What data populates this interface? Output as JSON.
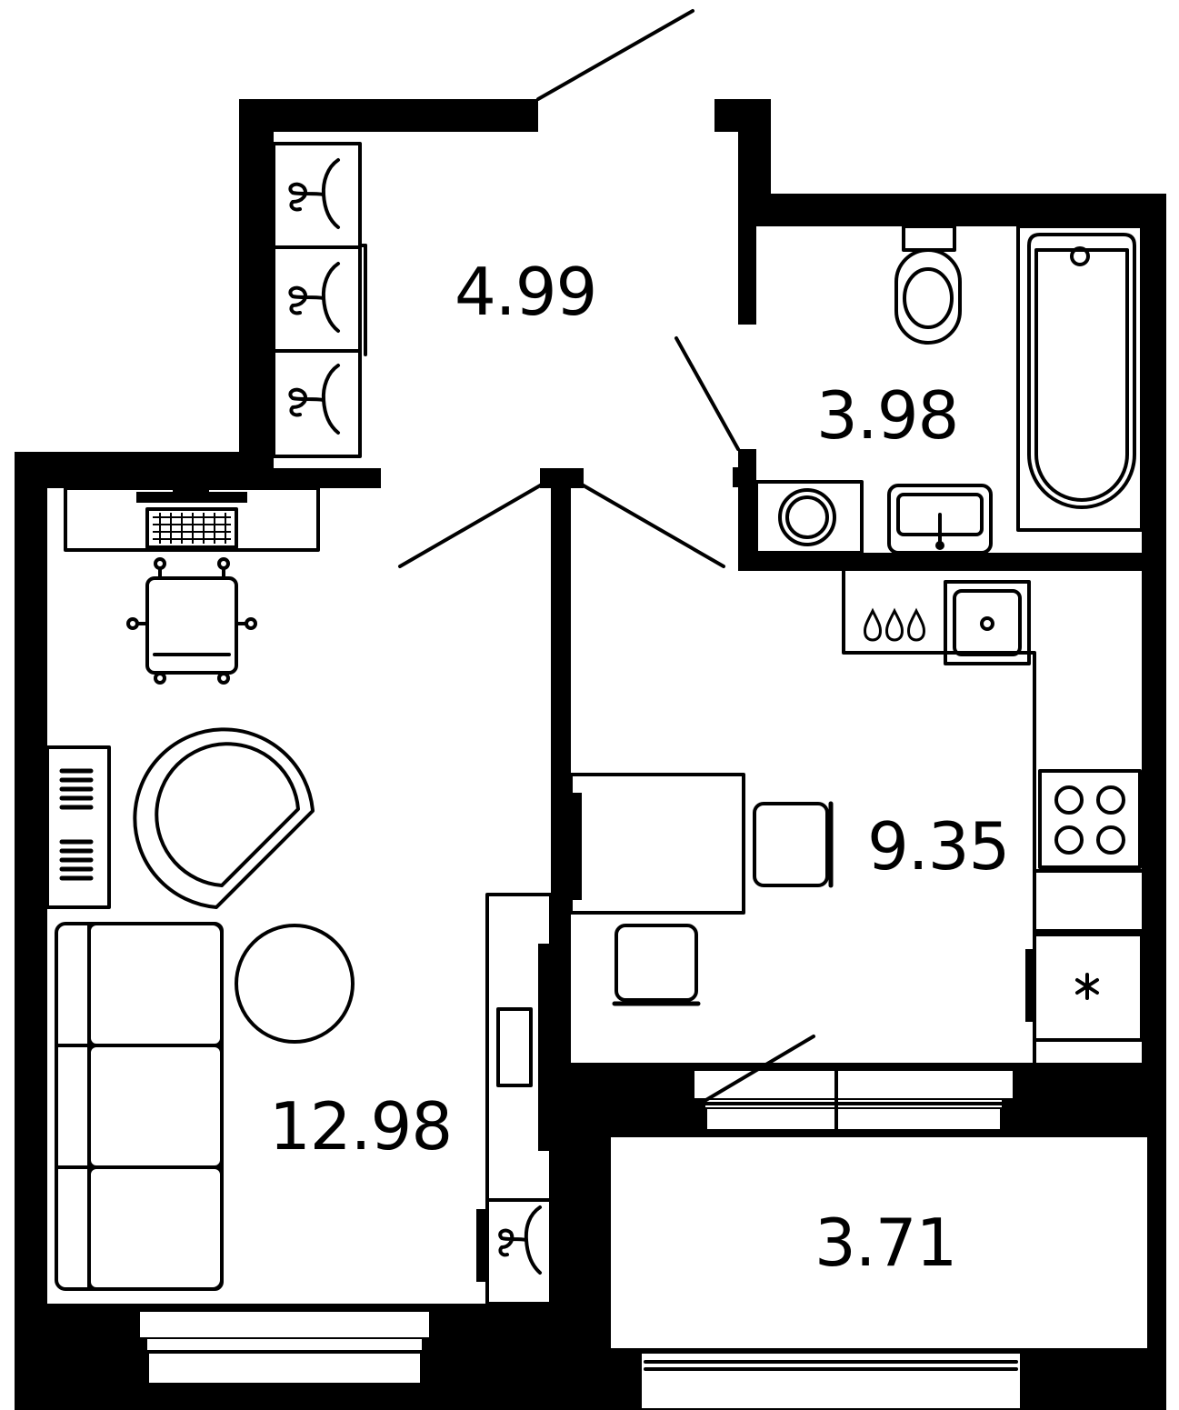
{
  "rooms": {
    "hallway": {
      "area": "4.99"
    },
    "bathroom": {
      "area": "3.98"
    },
    "living_room": {
      "area": "12.98"
    },
    "kitchen": {
      "area": "9.35"
    },
    "balcony": {
      "area": "3.71"
    }
  }
}
